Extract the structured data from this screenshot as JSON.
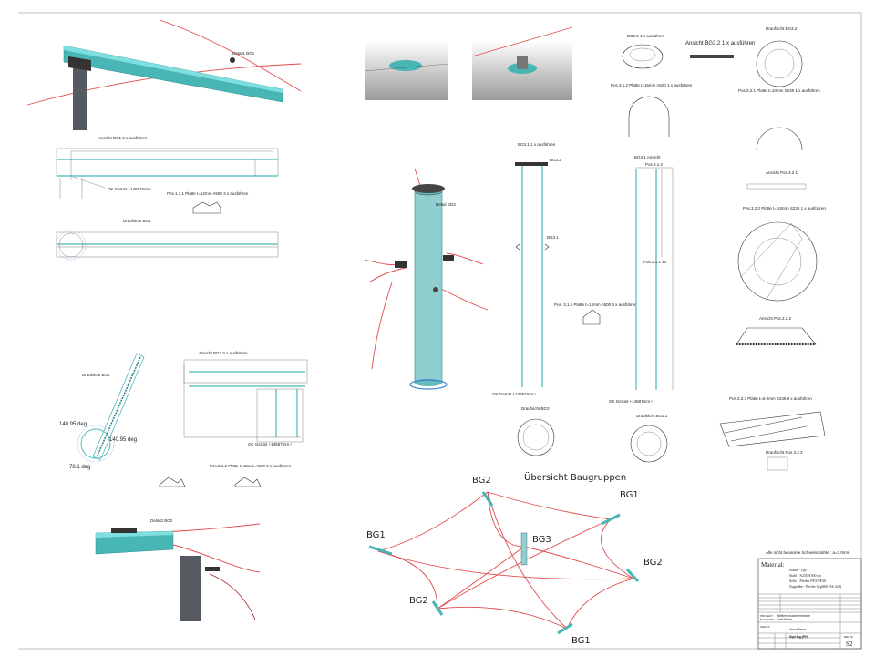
{
  "colors": {
    "steel_cyan": "#49b6b6",
    "cable_red": "#e04a4a",
    "column_gray": "#555a60"
  },
  "labels": {
    "detail_bg1": "Detail1 BG1",
    "ansicht_bg1": "Ansicht BG1 3 x ausführen",
    "ok_geruest_1": "OK Gerüst +14687mm !",
    "pos_111": "Pos.1.1.1  Platte t=12mm A500  3 x ausführen",
    "draufsicht_bg1": "Draufsicht BG1",
    "draufsicht_bg2": "Draufsicht BG2",
    "angle_1": "140.95 deg",
    "angle_2": "140.95 deg",
    "angle_3": "78.1 deg",
    "ansicht_bg2": "Ansicht BG2  3 x ausführen",
    "ok_geruest_2": "OK Gerüst +14687mm !",
    "pos_212": "Pos.2.1.2  Platte t=12mm A500  6 x ausführen",
    "detail_bg2": "Detail2 BG2",
    "detail_bg3": "Detail BG3",
    "bg31_title": "BG3.1 1 x ausführen",
    "bg32_tag": "BG3.2",
    "bg31_tag": "BG3.1",
    "pos_311": "Pos. 3.1.1  Platte t=12mm A500  3 x ausführen",
    "ok_geruest_3": "OK Gerüst +14687mm !",
    "draufsicht_bg3": "Draufsicht BG3",
    "bg31_ansicht": "BG3.1 Ansicht",
    "pos_312_tag": "Pos.3.1.2",
    "pos_311_x3": "Pos.3.1.1 x3",
    "ok_geruest_4": "OK Gerüst +14687mm !",
    "draufsicht_bg31": "Draufsicht BG3.1",
    "bg32_title": "BG3.2  1 x ausführen",
    "ansicht_bg32": "Ansicht BG3.2  1 x ausführen",
    "draufsicht_bg32": "Draufsicht BG3.2",
    "pos_312": "Pos.3.1.2  Platte t=15mm A500  1 x ausführen",
    "pos_321": "Pos.3.2.1 Platte t=10mm S235 1 x ausführen",
    "ansicht_pos321": "Ansicht Pos.3.2.1",
    "pos_322": "Pos.3.2.2 Platte t= 10mm S235 1 x ausführen",
    "ansicht_pos322": "Ansicht Pos.3.2.2",
    "pos_323": "Pos.3.2.3 Platte t=6.0mm  S235 8 x ausführen",
    "draufsicht_pos323": "Draufsicht Pos.3.2.3"
  },
  "overview": {
    "title": "Übersicht Baugruppen",
    "nodes": [
      "BG2",
      "BG1",
      "BG1",
      "BG3",
      "BG2",
      "BG2",
      "BG1"
    ]
  },
  "title_block": {
    "weld_note": "Alle nicht benannte Schweissnähte : a=3.0mm",
    "material_heading": "Material:",
    "materials": [
      "Platte - Typ I",
      "Stahl - S235 A500 rot",
      "Seile - Pfeifer PE3-PE30",
      "Zugstäbe - Pfeifer Typ860 (S4-420)"
    ],
    "projekt_label": "PROJEKT:",
    "projekt": "Wetterschutzmembrane",
    "bauherr_label": "BAUHERR:",
    "bauherr": "Kreisfläche",
    "inhalt_label": "INHALT:",
    "inhalt": "Anschlüsse",
    "engineer": "Dipl.Ing.(FH)",
    "sheet_label": "Blatt Nr.",
    "sheet": "S2"
  }
}
